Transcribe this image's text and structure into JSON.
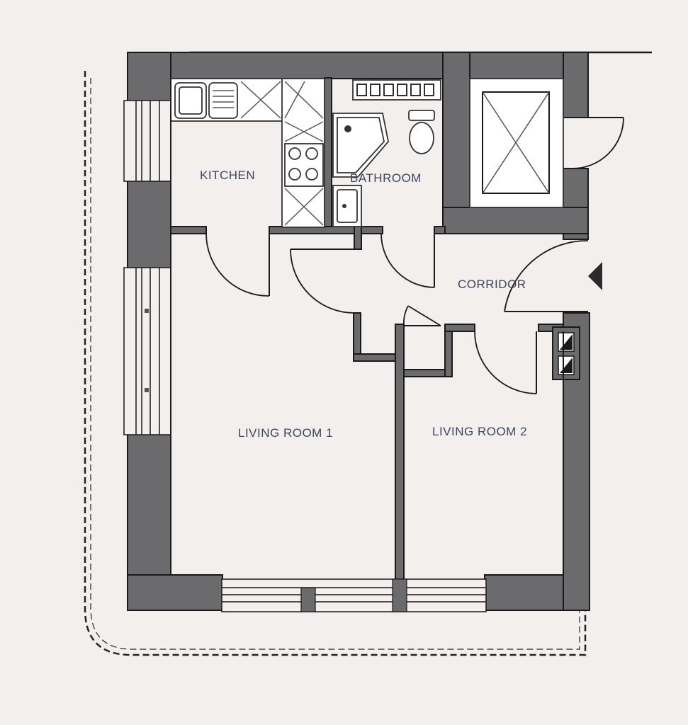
{
  "rooms": {
    "kitchen": "KITCHEN",
    "bathroom": "BATHROOM",
    "corridor": "CORRIDOR",
    "living_room_1": "LIVING ROOM 1",
    "living_room_2": "LIVING ROOM 2"
  },
  "colors": {
    "background": "#f2efec",
    "wall_fill": "#6b6b6d",
    "outline": "#1a1a1a",
    "label": "#3d4560"
  }
}
